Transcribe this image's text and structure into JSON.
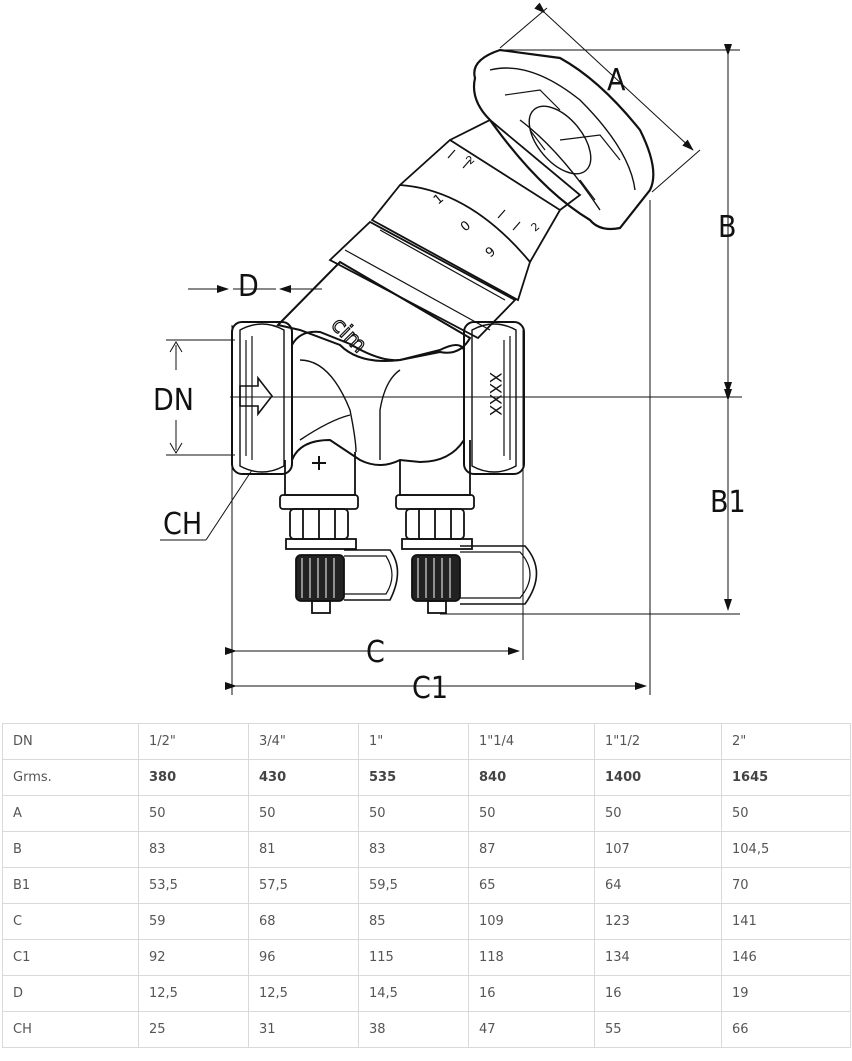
{
  "labels": {
    "A": "A",
    "B": "B",
    "B1": "B1",
    "C": "C",
    "C1": "C1",
    "D": "D",
    "DN": "DN",
    "CH": "CH"
  },
  "table": {
    "rows": [
      {
        "label": "DN",
        "values": [
          "1/2\"",
          "3/4\"",
          "1\"",
          "1\"1/4",
          "1\"1/2",
          "2\""
        ],
        "bold": false
      },
      {
        "label": "Grms.",
        "values": [
          "380",
          "430",
          "535",
          "840",
          "1400",
          "1645"
        ],
        "bold": true
      },
      {
        "label": "A",
        "values": [
          "50",
          "50",
          "50",
          "50",
          "50",
          "50"
        ],
        "bold": false
      },
      {
        "label": "B",
        "values": [
          "83",
          "81",
          "83",
          "87",
          "107",
          "104,5"
        ],
        "bold": false
      },
      {
        "label": "B1",
        "values": [
          "53,5",
          "57,5",
          "59,5",
          "65",
          "64",
          "70"
        ],
        "bold": false
      },
      {
        "label": "C",
        "values": [
          "59",
          "68",
          "85",
          "109",
          "123",
          "141"
        ],
        "bold": false
      },
      {
        "label": "C1",
        "values": [
          "92",
          "96",
          "115",
          "118",
          "134",
          "146"
        ],
        "bold": false
      },
      {
        "label": "D",
        "values": [
          "12,5",
          "12,5",
          "14,5",
          "16",
          "16",
          "19"
        ],
        "bold": false
      },
      {
        "label": "CH",
        "values": [
          "25",
          "31",
          "38",
          "47",
          "55",
          "66"
        ],
        "bold": false
      }
    ]
  }
}
